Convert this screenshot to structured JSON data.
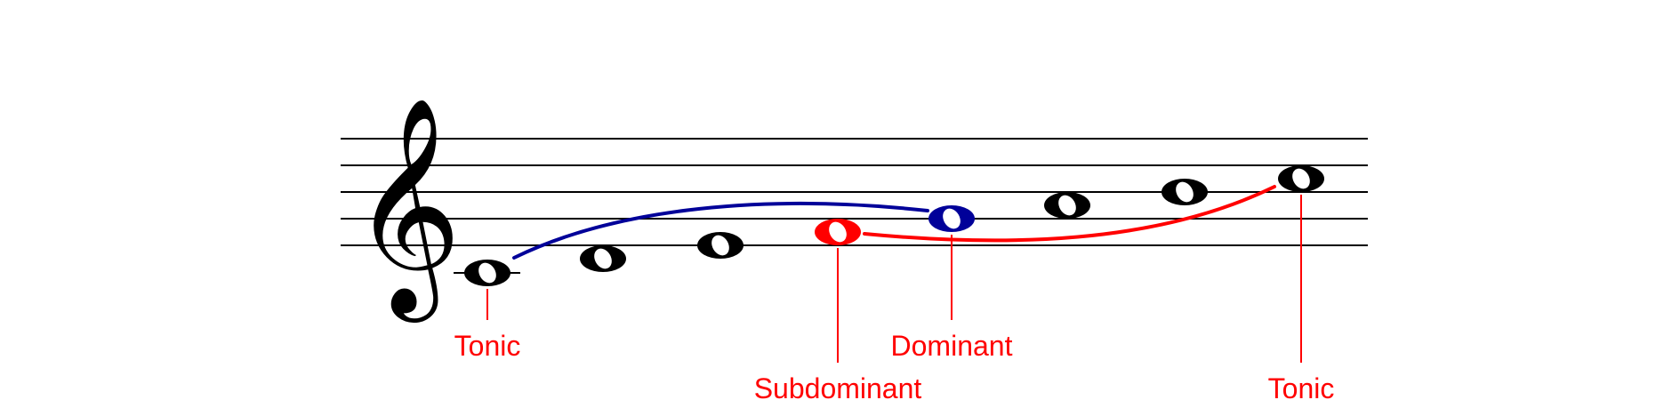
{
  "score": {
    "clef": "treble",
    "notes": [
      {
        "pitch": "C4",
        "color": "#000000",
        "ledger": true
      },
      {
        "pitch": "D4",
        "color": "#000000"
      },
      {
        "pitch": "E4",
        "color": "#000000"
      },
      {
        "pitch": "F4",
        "color": "#ff0000"
      },
      {
        "pitch": "G4",
        "color": "#000099"
      },
      {
        "pitch": "A4",
        "color": "#000000"
      },
      {
        "pitch": "B4",
        "color": "#000000"
      },
      {
        "pitch": "C5",
        "color": "#000000"
      }
    ],
    "arcs": [
      {
        "from": "C4",
        "to": "G4",
        "color": "#000099"
      },
      {
        "from": "F4",
        "to": "C5",
        "color": "#ff0000"
      }
    ]
  },
  "labels": {
    "tonic_start": "Tonic",
    "subdominant": "Subdominant",
    "dominant": "Dominant",
    "tonic_end": "Tonic"
  },
  "colors": {
    "label": "#ff0000",
    "dominant": "#000099",
    "subdominant": "#ff0000",
    "note": "#000000"
  }
}
